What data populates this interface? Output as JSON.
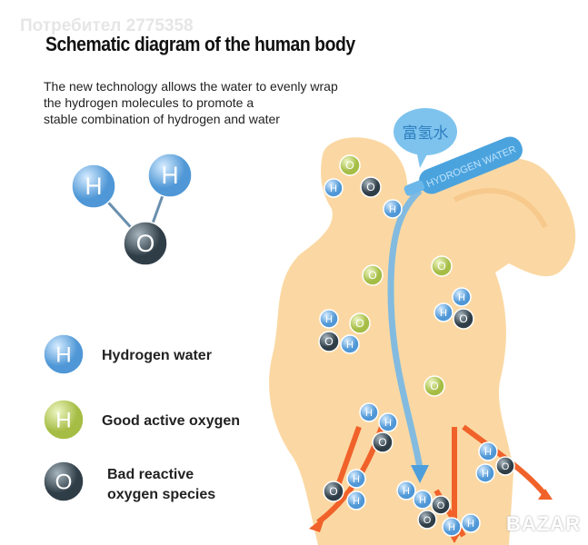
{
  "watermark": "Потребител 2775358",
  "title": "Schematic diagram of the human body",
  "description": [
    "The new technology allows the water to evenly wrap",
    "the hydrogen molecules to promote a",
    "stable combination of hydrogen and water"
  ],
  "bottle": {
    "label": "HYDROGEN WATER",
    "bubble": "富氢水"
  },
  "atoms": {
    "h": "H",
    "o": "O"
  },
  "legend": [
    {
      "letter": "H",
      "label": "Hydrogen water",
      "color": "#5aa6e0"
    },
    {
      "letter": "H",
      "label": "Good active oxygen",
      "color": "#b3c95a"
    },
    {
      "letter": "O",
      "label": "Bad reactive\noxygen species",
      "color": "#3f4f5a"
    }
  ],
  "legend_lines": [
    "Bad reactive",
    "oxygen species"
  ],
  "badge": "BAZAR",
  "colors": {
    "body": "#fbd8a3",
    "arrow": "#f0622a",
    "blue": "#5aa6e0",
    "green": "#b3c95a",
    "dark": "#3f4f5a"
  }
}
